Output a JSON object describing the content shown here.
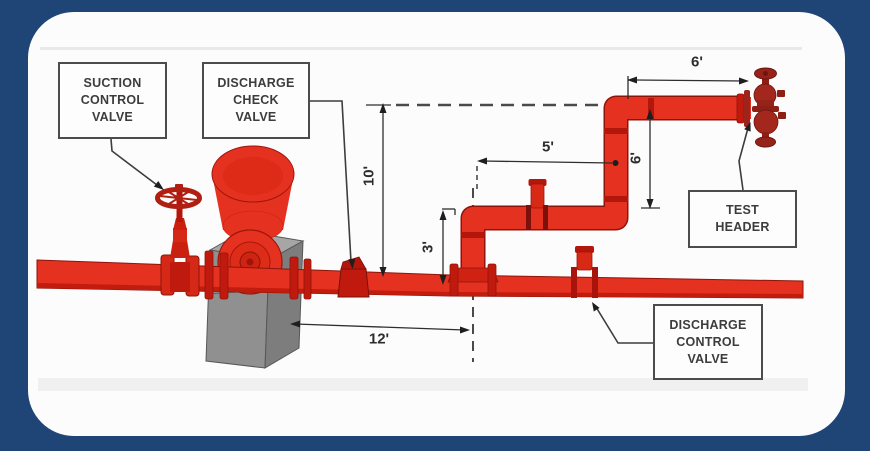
{
  "diagram": {
    "type": "fire-pump-piping-schematic",
    "callouts": {
      "suction_control_valve": {
        "lines": [
          "SUCTION",
          "CONTROL",
          "VALVE"
        ]
      },
      "discharge_check_valve": {
        "lines": [
          "DISCHARGE",
          "CHECK",
          "VALVE"
        ]
      },
      "test_header": {
        "lines": [
          "TEST",
          "HEADER"
        ]
      },
      "discharge_control_valve": {
        "lines": [
          "DISCHARGE",
          "CONTROL",
          "VALVE"
        ]
      }
    },
    "dimensions": {
      "test_header_run": "6'",
      "upper_run": "5'",
      "riser_height": "6'",
      "overall_height": "10'",
      "branch_riser": "3'",
      "pump_to_riser": "12'"
    },
    "colors": {
      "background_navy": "#1f4577",
      "canvas_white": "#fcfcfc",
      "pipe_red": "#e5311f",
      "fitting_dark_red": "#c01a0e",
      "test_header_red": "#9c241c",
      "pedestal_gray": "#909090",
      "line_dark": "#2e2e2e"
    }
  }
}
